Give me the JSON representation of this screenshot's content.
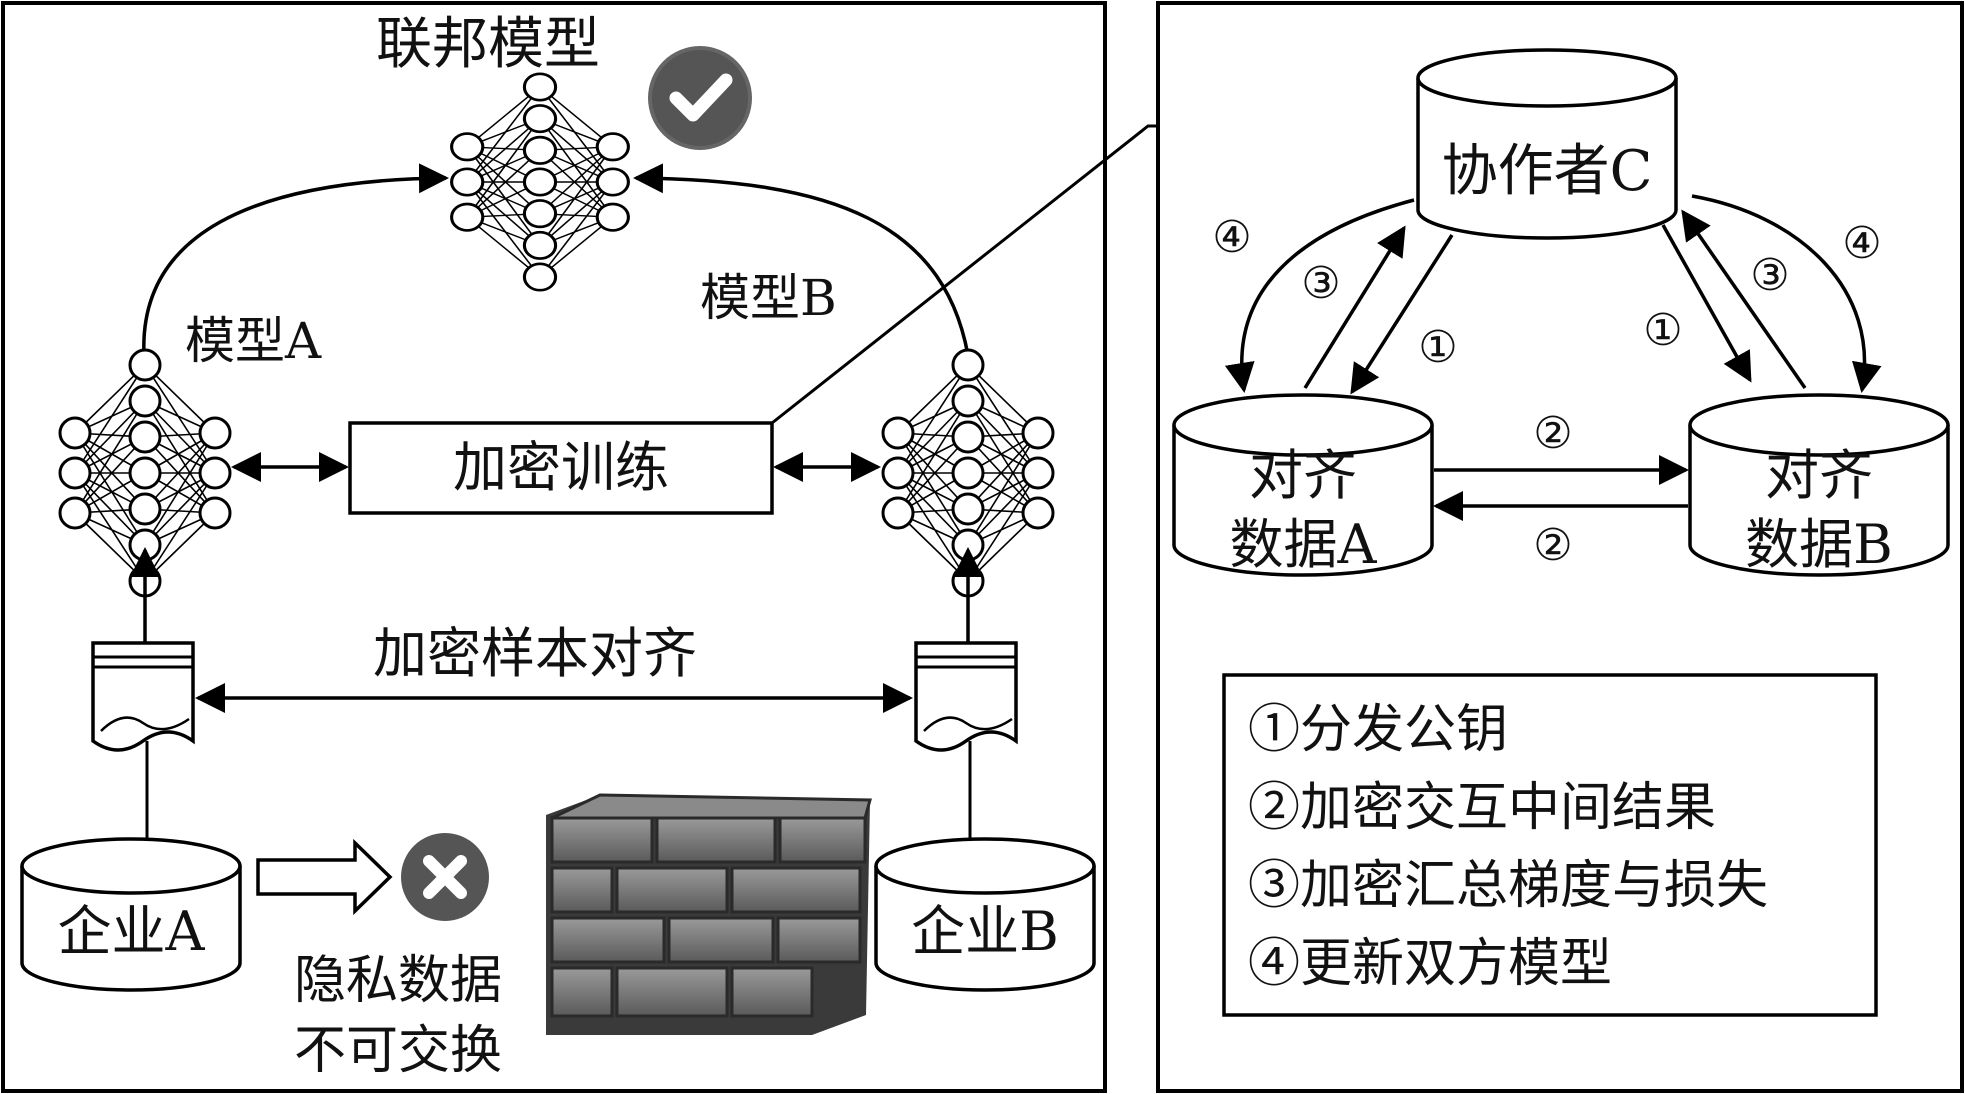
{
  "left_panel": {
    "federated_model_label": "联邦模型",
    "model_a_label": "模型A",
    "model_b_label": "模型B",
    "encrypted_training_label": "加密训练",
    "encrypted_alignment_label": "加密样本对齐",
    "enterprise_a_label": "企业A",
    "enterprise_b_label": "企业B",
    "privacy_line1": "隐私数据",
    "privacy_line2": "不可交换",
    "check_icon": "check-icon",
    "cross_icon": "cross-icon",
    "firewall_icon": "brick-wall-icon"
  },
  "right_panel": {
    "coordinator_label": "协作者C",
    "aligned_a_line1": "对齐",
    "aligned_a_line2": "数据A",
    "aligned_b_line1": "对齐",
    "aligned_b_line2": "数据B",
    "step_marks": {
      "one": "①",
      "two": "②",
      "three": "③",
      "four": "④"
    },
    "legend": [
      "①分发公钥",
      "②加密交互中间结果",
      "③加密汇总梯度与损失",
      "④更新双方模型"
    ]
  }
}
